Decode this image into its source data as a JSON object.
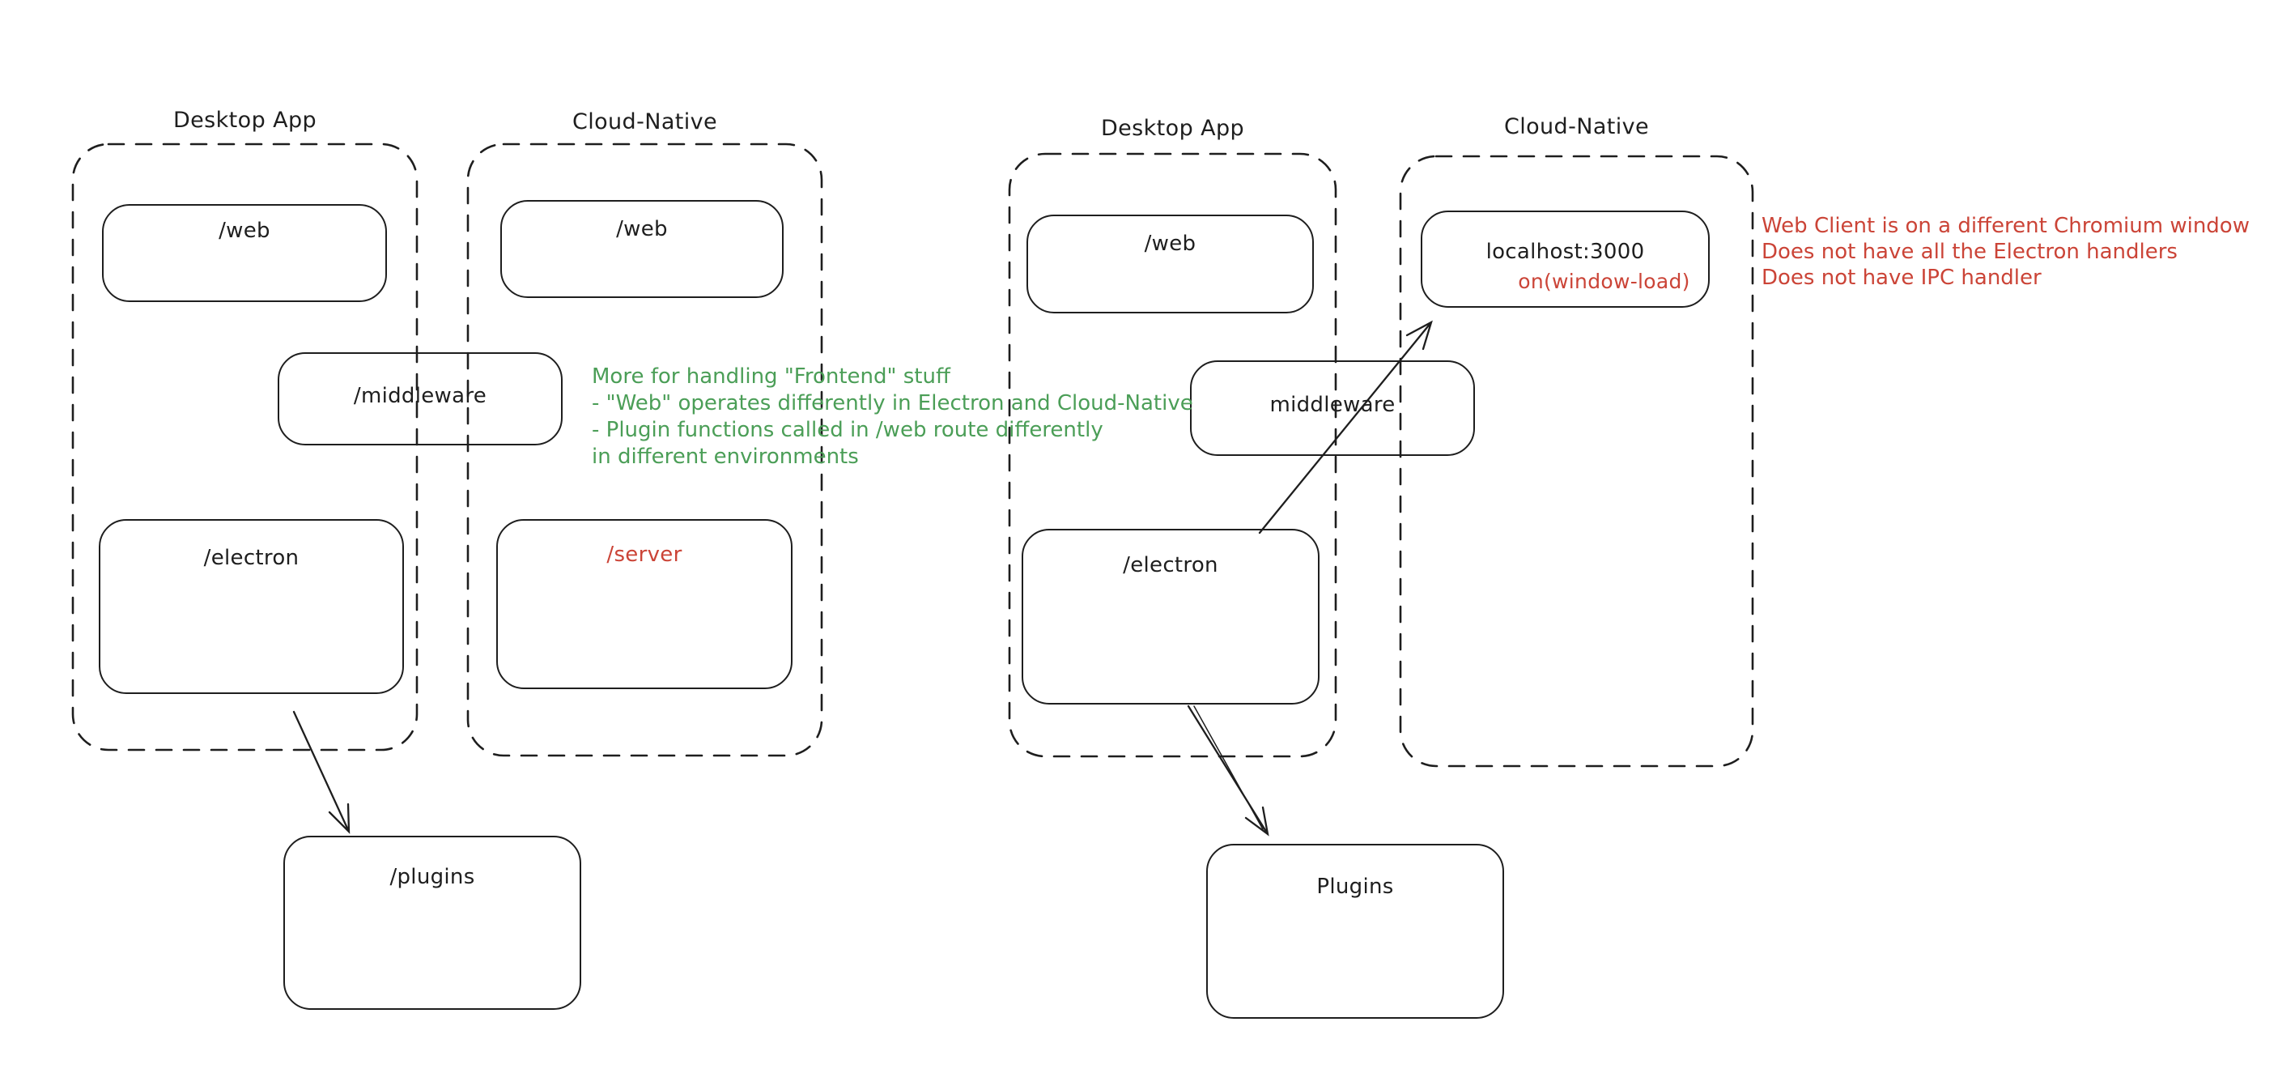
{
  "diagram": {
    "tool_style": "hand-drawn whiteboard diagram",
    "colors": {
      "background": "#ffffff",
      "stroke": "#1e1e1e",
      "annotation_green": "#4b9e57",
      "annotation_red": "#cb4437"
    },
    "groups": [
      {
        "label": "Desktop App"
      },
      {
        "label": "Cloud-Native"
      },
      {
        "label": "Desktop App"
      },
      {
        "label": "Cloud-Native"
      }
    ],
    "nodes": {
      "web_desktop_left": "/web",
      "web_cloud_left": "/web",
      "middleware_left": "/middleware",
      "electron_left": "/electron",
      "server_cloud_left": "/server",
      "plugins_left": "/plugins",
      "web_desktop_right": "/web",
      "localhost_right": "localhost:3000",
      "window_load_right": "on(window-load)",
      "middleware_right": "middleware",
      "electron_right": "/electron",
      "plugins_right": "Plugins"
    },
    "notes": {
      "green": {
        "lines": [
          "More for handling \"Frontend\" stuff",
          "- \"Web\" operates differently in Electron and Cloud-Native",
          "- Plugin functions called in /web route differently",
          "in different environments"
        ]
      },
      "red": {
        "lines": [
          "Web Client is on a different Chromium window",
          "Does not have all the Electron handlers",
          "Does not have IPC handler"
        ]
      }
    },
    "edges": [
      {
        "from": "/electron (left Desktop App)",
        "to": "/plugins"
      },
      {
        "from": "/electron (right Desktop App)",
        "to": "Plugins"
      },
      {
        "from": "/electron (right Desktop App)",
        "to": "localhost:3000",
        "via": "middleware"
      }
    ]
  }
}
